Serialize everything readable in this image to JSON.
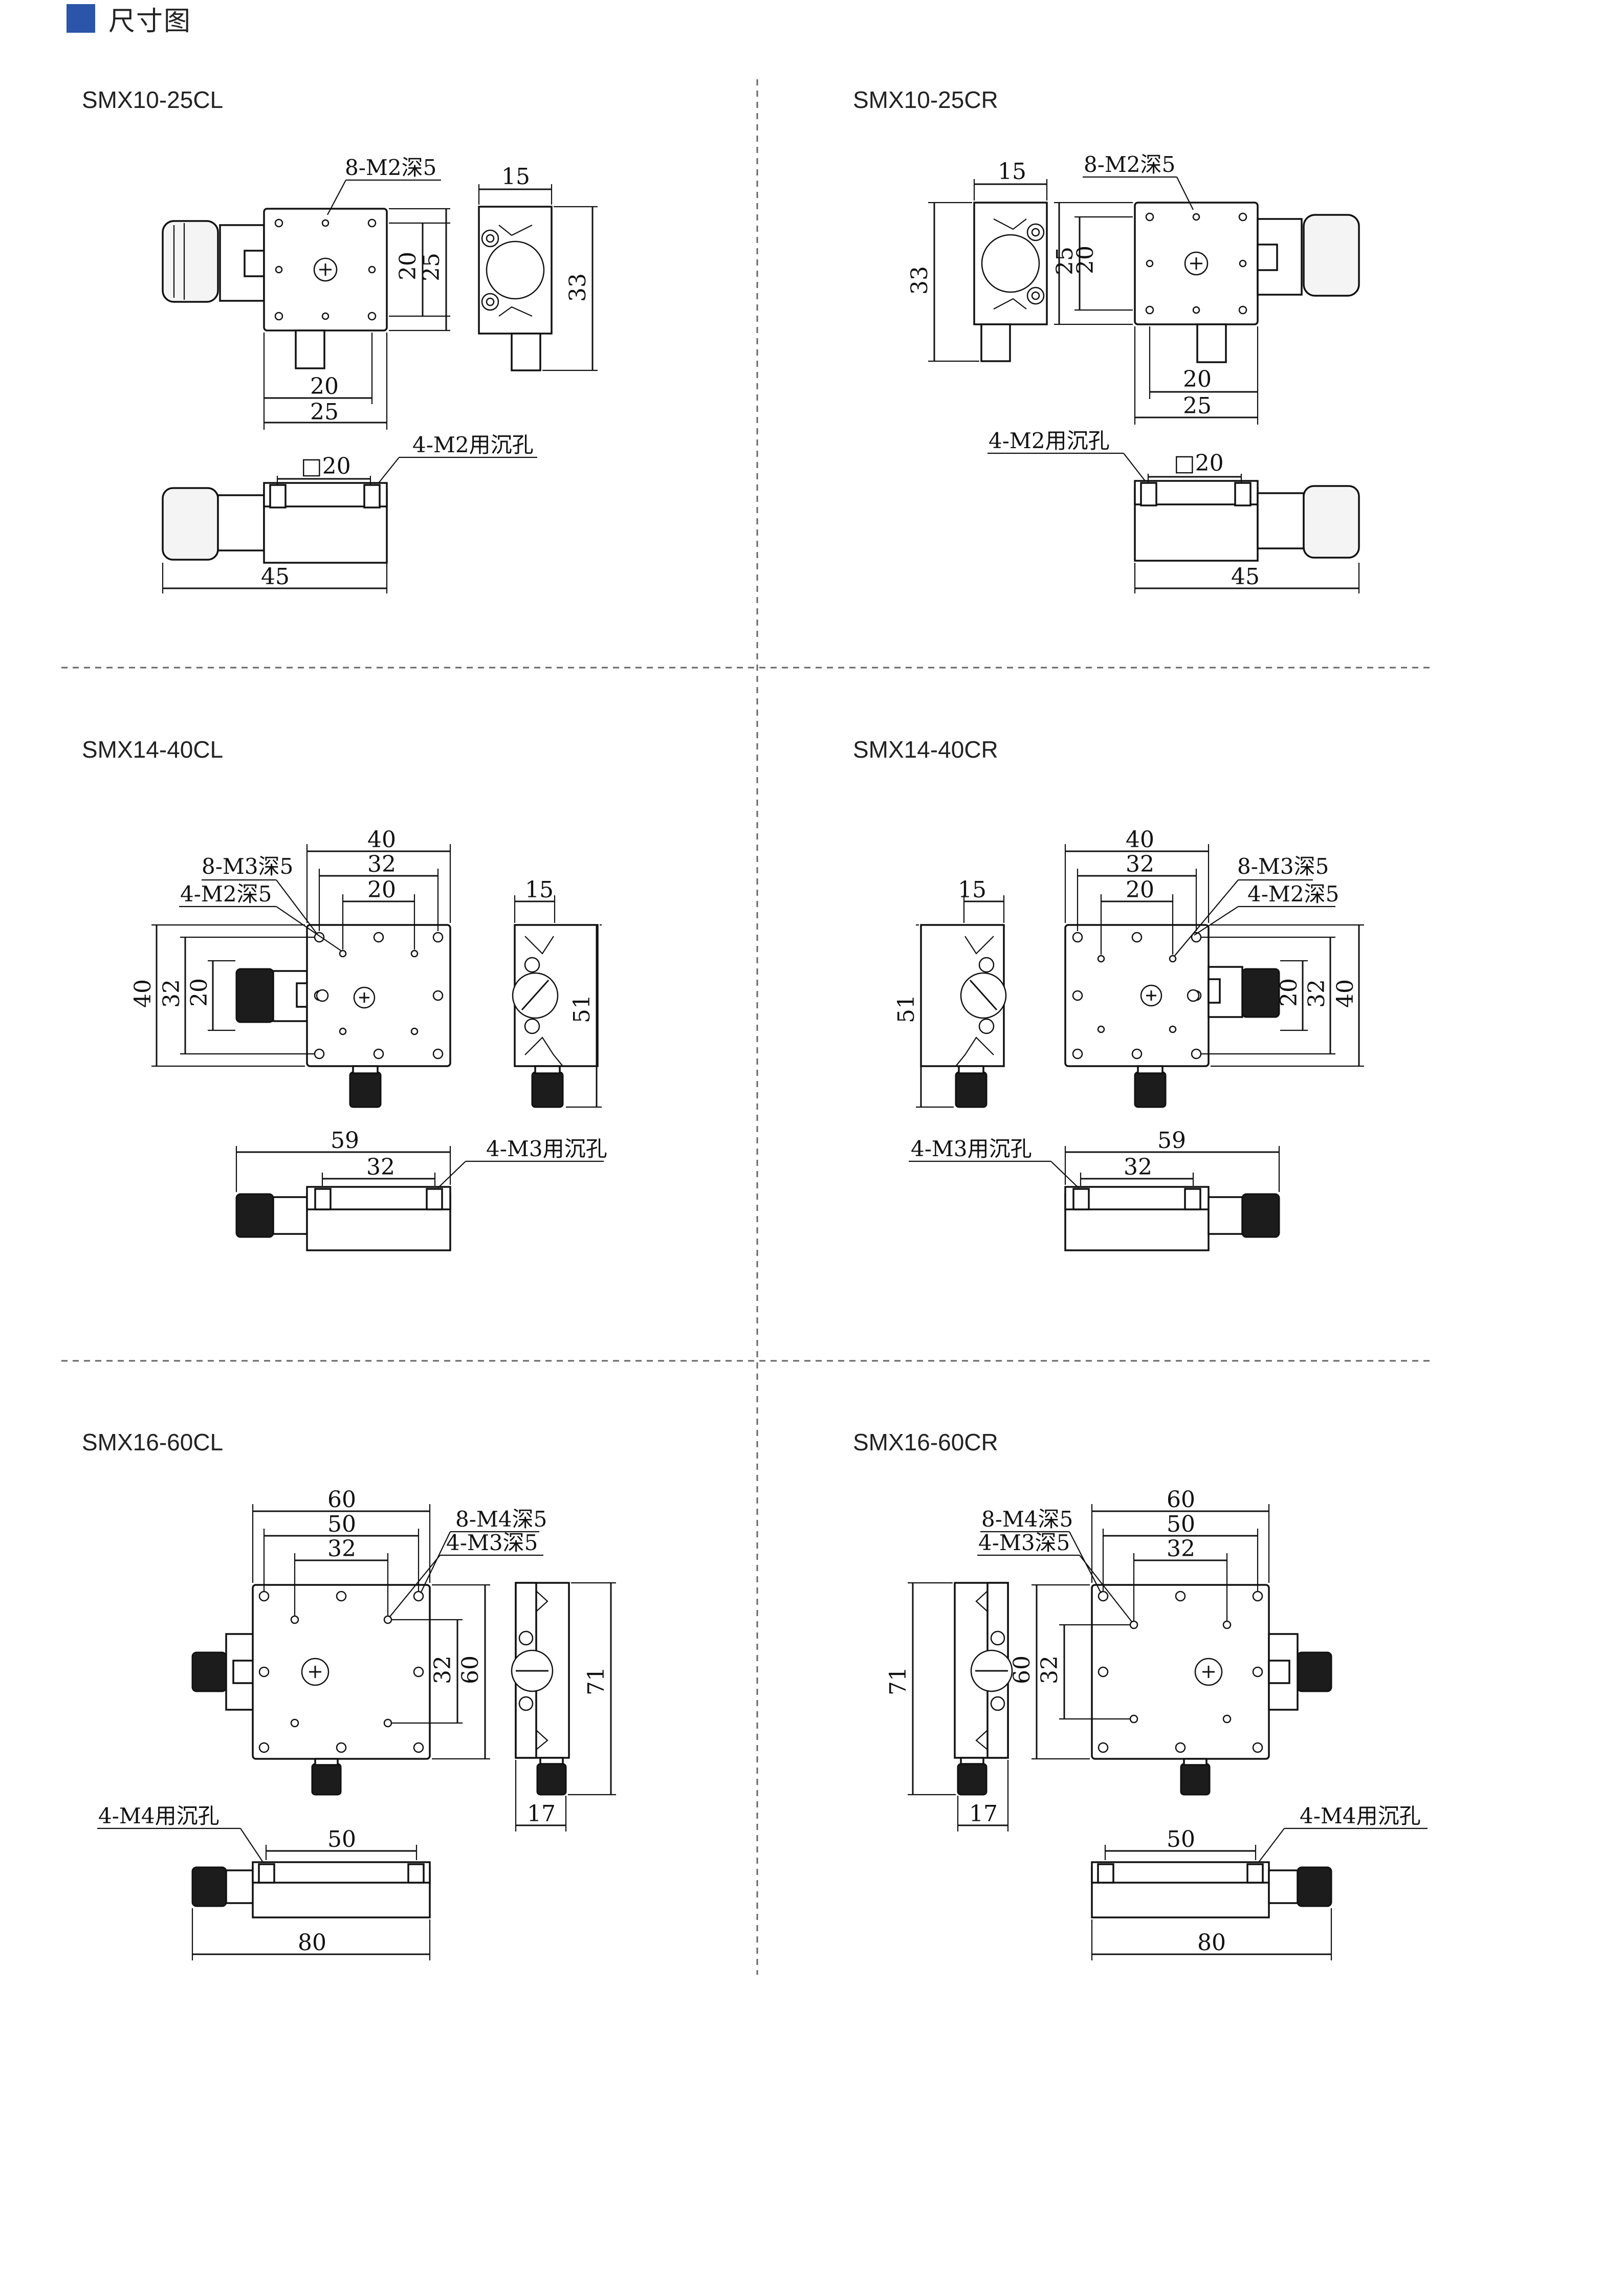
{
  "header": {
    "title": "尺寸图",
    "accent_color": "#2a55a8"
  },
  "models": [
    {
      "id": "SMX10-25CL",
      "name": "SMX10-25CL",
      "dims": {
        "top_w1": "20",
        "top_w2": "25",
        "top_h1": "20",
        "top_h2": "25",
        "side_w": "15",
        "side_h": "33",
        "bot_sq": "□20",
        "bot_len": "45"
      },
      "notes": {
        "tap": "8-M2深5",
        "counter": "4-M2用沉孔"
      }
    },
    {
      "id": "SMX10-25CR",
      "name": "SMX10-25CR",
      "dims": {
        "top_w1": "20",
        "top_w2": "25",
        "top_h1": "20",
        "top_h2": "25",
        "side_w": "15",
        "side_h": "33",
        "bot_sq": "□20",
        "bot_len": "45"
      },
      "notes": {
        "tap": "8-M2深5",
        "counter": "4-M2用沉孔"
      }
    },
    {
      "id": "SMX14-40CL",
      "name": "SMX14-40CL",
      "dims": {
        "top_w1": "40",
        "top_w2": "32",
        "top_w3": "20",
        "top_h1": "40",
        "top_h2": "32",
        "top_h3": "20",
        "side_w": "15",
        "side_h": "51",
        "bot_w": "32",
        "bot_len": "59"
      },
      "notes": {
        "tap": "8-M3深5",
        "tap2": "4-M2深5",
        "counter": "4-M3用沉孔"
      }
    },
    {
      "id": "SMX14-40CR",
      "name": "SMX14-40CR",
      "dims": {
        "top_w1": "40",
        "top_w2": "32",
        "top_w3": "20",
        "top_h1": "40",
        "top_h2": "32",
        "top_h3": "20",
        "side_w": "15",
        "side_h": "51",
        "bot_w": "32",
        "bot_len": "59"
      },
      "notes": {
        "tap": "8-M3深5",
        "tap2": "4-M2深5",
        "counter": "4-M3用沉孔"
      }
    },
    {
      "id": "SMX16-60CL",
      "name": "SMX16-60CL",
      "dims": {
        "top_w1": "60",
        "top_w2": "50",
        "top_w3": "32",
        "top_h1": "60",
        "top_h2": "32",
        "side_h": "71",
        "side_w": "17",
        "bot_w": "50",
        "bot_len": "80"
      },
      "notes": {
        "tap": "8-M4深5",
        "tap2": "4-M3深5",
        "counter": "4-M4用沉孔"
      }
    },
    {
      "id": "SMX16-60CR",
      "name": "SMX16-60CR",
      "dims": {
        "top_w1": "60",
        "top_w2": "50",
        "top_w3": "32",
        "top_h1": "60",
        "top_h2": "32",
        "side_h": "71",
        "side_w": "17",
        "bot_w": "50",
        "bot_len": "80"
      },
      "notes": {
        "tap": "8-M4深5",
        "tap2": "4-M3深5",
        "counter": "4-M4用沉孔"
      }
    }
  ]
}
